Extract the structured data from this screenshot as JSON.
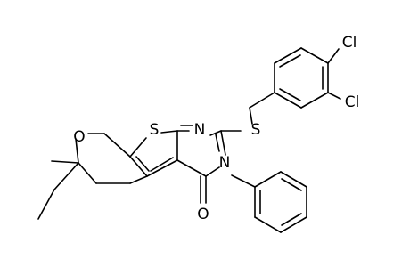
{
  "atom_labels": {
    "cl_top": "Cl",
    "cl_bottom": "Cl",
    "sulfur_thioether": "S",
    "sulfur_thiophene": "S",
    "nitrogen_ring": "N",
    "nitrogen_phenyl": "N",
    "oxygen_pyran": "O",
    "oxygen_carbonyl": "O"
  }
}
